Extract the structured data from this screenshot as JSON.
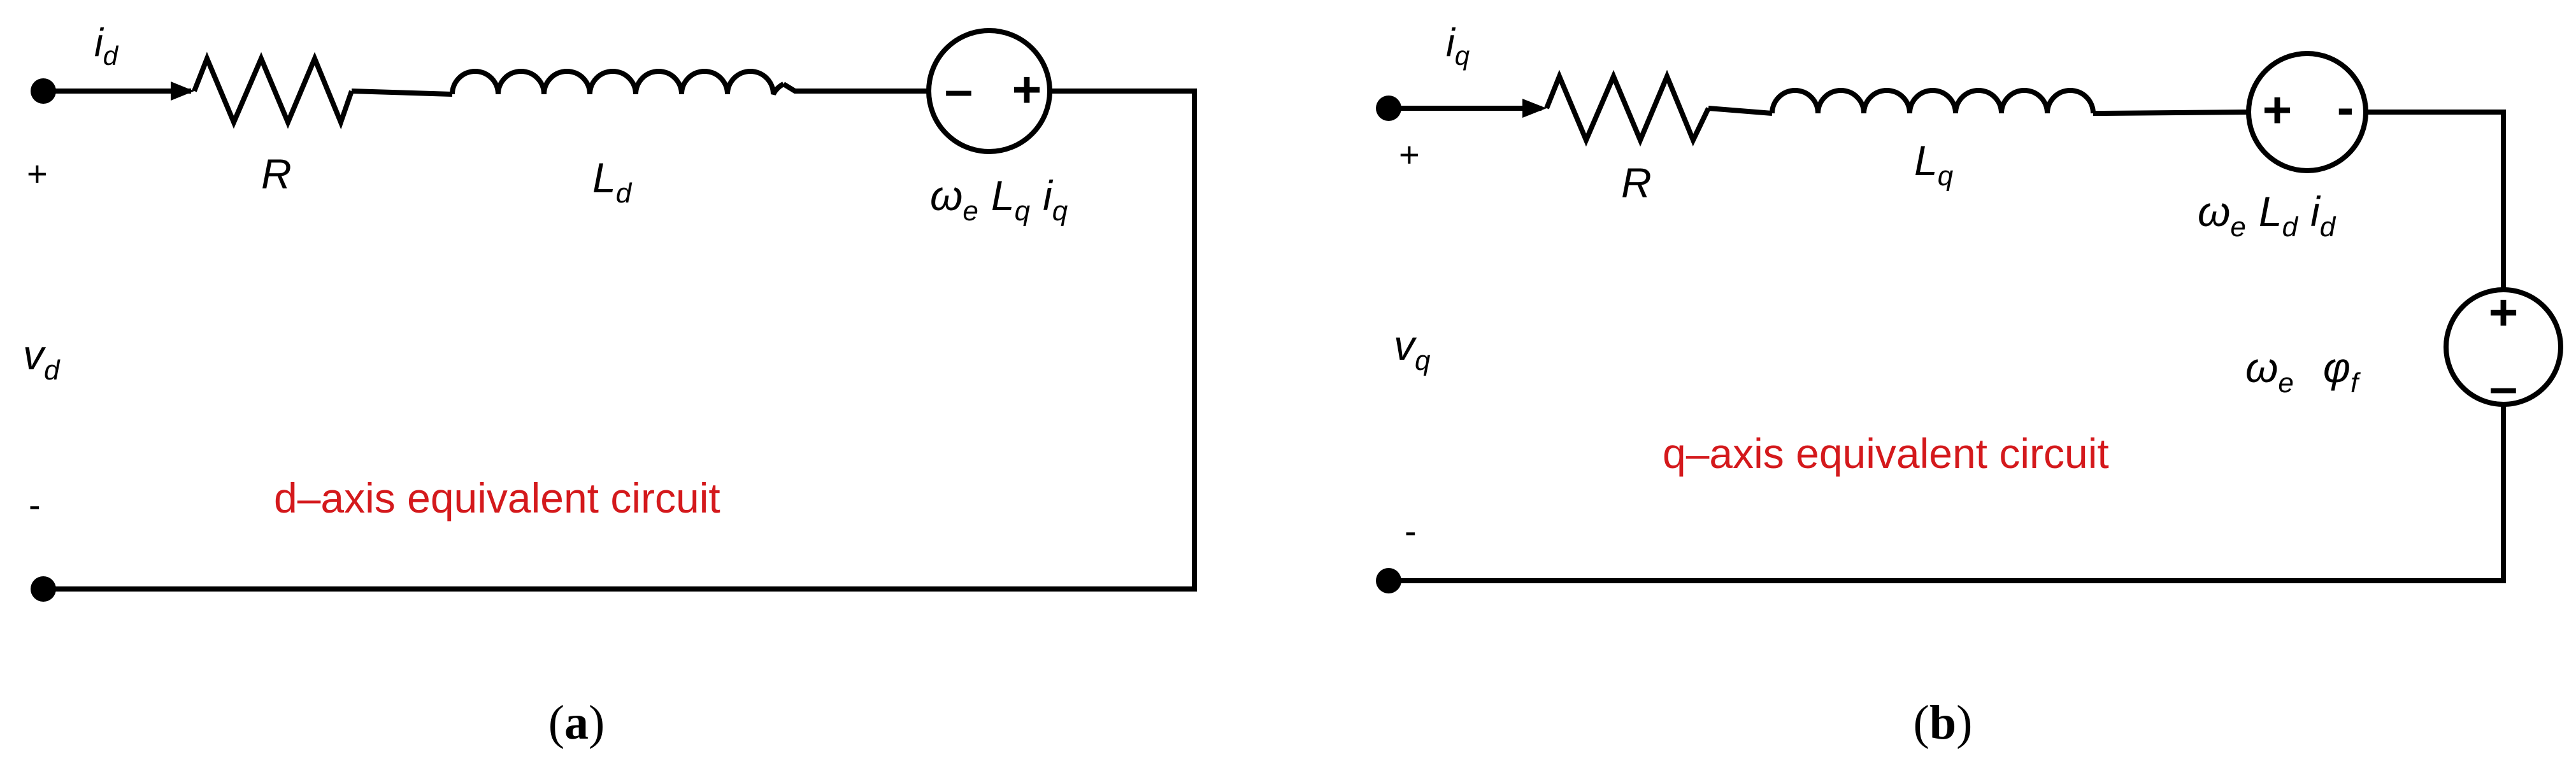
{
  "colors": {
    "wire": "#000000",
    "caption": "#d4191c",
    "background": "#ffffff"
  },
  "panel_a": {
    "current_sym": "i",
    "current_sub": "d",
    "plus": "+",
    "minus": "-",
    "voltage_sym": "v",
    "voltage_sub": "d",
    "resistor": "R",
    "inductor_sym": "L",
    "inductor_sub": "d",
    "source": {
      "neg": "–",
      "pos": "+",
      "omega": "ω",
      "omega_sub": "e",
      "L": "L",
      "L_sub": "q",
      "i": "i",
      "i_sub": "q"
    },
    "caption": "d–axis equivalent circuit",
    "figure_label": {
      "open": "(",
      "letter": "a",
      "close": ")"
    }
  },
  "panel_b": {
    "current_sym": "i",
    "current_sub": "q",
    "plus": "+",
    "minus": "-",
    "voltage_sym": "v",
    "voltage_sub": "q",
    "resistor": "R",
    "inductor_sym": "L",
    "inductor_sub": "q",
    "source1": {
      "pos": "+",
      "neg": "-",
      "omega": "ω",
      "omega_sub": "e",
      "L": "L",
      "L_sub": "d",
      "i": "i",
      "i_sub": "d"
    },
    "source2": {
      "pos": "+",
      "neg": "–",
      "omega": "ω",
      "omega_sub": "e",
      "phi": "φ",
      "phi_sub": "f"
    },
    "caption": "q–axis equivalent circuit",
    "figure_label": {
      "open": "(",
      "letter": "b",
      "close": ")"
    }
  }
}
